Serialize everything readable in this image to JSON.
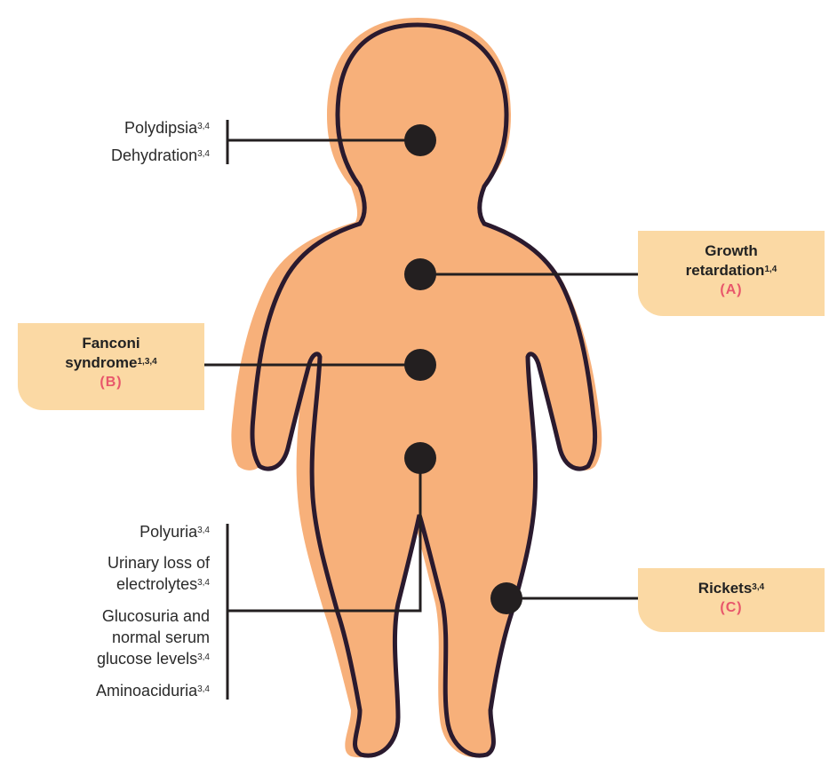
{
  "left_top_group": [
    {
      "text": "Polydipsia",
      "sup": "3,4"
    },
    {
      "text": "Dehydration",
      "sup": "3,4"
    }
  ],
  "left_bottom_group": [
    {
      "lines": [
        "Polyuria"
      ],
      "sup": "3,4"
    },
    {
      "lines": [
        "Urinary loss of",
        "electrolytes"
      ],
      "sup": "3,4"
    },
    {
      "lines": [
        "Glucosuria and",
        "normal serum",
        "glucose levels"
      ],
      "sup": "3,4"
    },
    {
      "lines": [
        "Aminoaciduria"
      ],
      "sup": "3,4"
    }
  ],
  "callouts": {
    "growth": {
      "line1": "Growth",
      "line2": "retardation",
      "sup": "1,4",
      "code": "(A)"
    },
    "fanconi": {
      "line1": "Fanconi",
      "line2": "syndrome",
      "sup": "1,3,4",
      "code": "(B)"
    },
    "rickets": {
      "line1": "Rickets",
      "sup": "3,4",
      "code": "(C)"
    }
  },
  "colors": {
    "body_fill": "#f7b07a",
    "outline": "#2a1a2e",
    "marker": "#231f20",
    "callout_bg": "#fbd9a4",
    "code_text": "#e8566b"
  }
}
